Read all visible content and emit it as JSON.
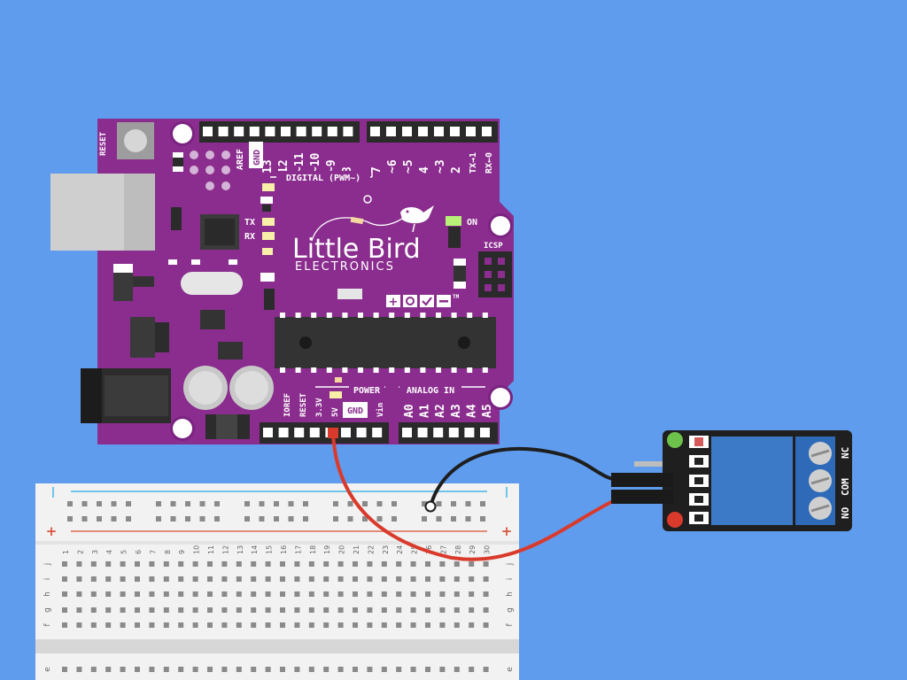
{
  "board": {
    "brand_line1": "Little Bird",
    "brand_line2": "ELECTRONICS",
    "reset": "RESET",
    "aref": "AREF",
    "gnd_top": "GND",
    "digital_pins": [
      "13",
      "12",
      "~11",
      "~10",
      "~9",
      "8",
      "7",
      "~6",
      "~5",
      "4",
      "~3",
      "2",
      "TX→1",
      "RX←0"
    ],
    "digital_label": "DIGITAL (PWM~)",
    "tx": "TX",
    "rx": "RX",
    "on": "ON",
    "icsp": "ICSP",
    "tm": "TM",
    "power_label": "POWER",
    "analog_label": "ANALOG IN",
    "power_pins": [
      "IOREF",
      "RESET",
      "3.3V",
      "5V",
      "GND",
      "Vin"
    ],
    "analog_pins": [
      "A0",
      "A1",
      "A2",
      "A3",
      "A4",
      "A5"
    ]
  },
  "breadboard": {
    "columns": [
      "1",
      "2",
      "3",
      "4",
      "5",
      "6",
      "7",
      "8",
      "9",
      "10",
      "11",
      "12",
      "13",
      "14",
      "15",
      "16",
      "17",
      "18",
      "19",
      "20",
      "21",
      "22",
      "23",
      "24",
      "25",
      "26",
      "27",
      "28",
      "29",
      "30"
    ],
    "rows_top": [
      "j",
      "i",
      "h",
      "g",
      "f"
    ],
    "rows_bottom": [
      "e"
    ],
    "plus": "+",
    "minus": "–"
  },
  "relay": {
    "terminals": [
      "NO",
      "COM",
      "NC"
    ]
  },
  "colors": {
    "background": "#5f9cee",
    "board": "#8a2d8e",
    "wire_red": "#d93a2b",
    "wire_black": "#1e1e1e",
    "relay_cube": "#3c79c6",
    "relay_terminal": "#2e6ab8"
  }
}
